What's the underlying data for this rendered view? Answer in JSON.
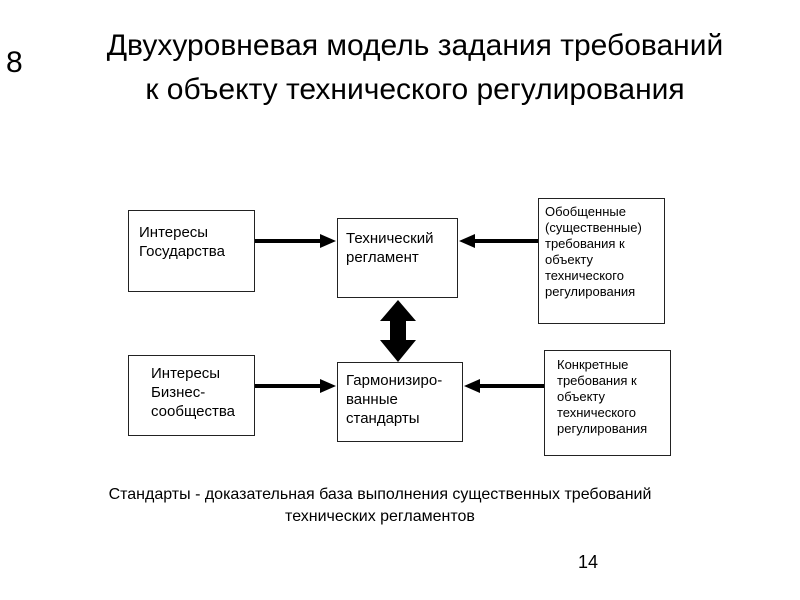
{
  "slide_number": "8",
  "title": {
    "line1": "Двухуровневая модель задания требований",
    "line2": "к объекту технического регулирования"
  },
  "diagram": {
    "gov_interests": [
      "Интересы",
      "Государства"
    ],
    "tech_regulation": [
      "Технический",
      "регламент"
    ],
    "general_requirements": [
      "Обобщенные",
      "(существенные)",
      "требования к",
      "объекту",
      "технического",
      "регулирования"
    ],
    "business_interests": [
      "Интересы",
      "Бизнес-",
      "сообщества"
    ],
    "harmonized_standards": [
      "Гармонизиро-",
      "ванные",
      "стандарты"
    ],
    "concrete_requirements": [
      "Конкретные",
      "требования к",
      "объекту",
      "технического",
      "регулирования"
    ]
  },
  "footnote": {
    "line1": "Стандарты - доказательная база выполнения существенных требований",
    "line2": "технических регламентов"
  },
  "page_number": "14"
}
